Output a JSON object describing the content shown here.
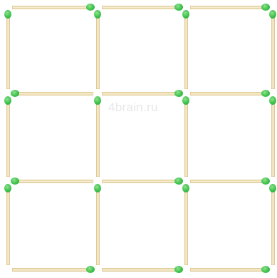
{
  "watermark": {
    "text": "4brain.ru"
  },
  "colors": {
    "head": "#3cc24a",
    "stick": "#f3e6c2",
    "background": "#ffffff"
  },
  "puzzle": {
    "grid": "3x3",
    "match_count": 24,
    "matches": [
      {
        "id": "h-r0-c0",
        "orientation": "horizontal",
        "head": "right"
      },
      {
        "id": "h-r0-c1",
        "orientation": "horizontal",
        "head": "right"
      },
      {
        "id": "h-r0-c2",
        "orientation": "horizontal",
        "head": "right"
      },
      {
        "id": "h-r1-c0",
        "orientation": "horizontal",
        "head": "left"
      },
      {
        "id": "h-r1-c1",
        "orientation": "horizontal",
        "head": "right"
      },
      {
        "id": "h-r1-c2",
        "orientation": "horizontal",
        "head": "right"
      },
      {
        "id": "h-r2-c0",
        "orientation": "horizontal",
        "head": "left"
      },
      {
        "id": "h-r2-c1",
        "orientation": "horizontal",
        "head": "right"
      },
      {
        "id": "h-r2-c2",
        "orientation": "horizontal",
        "head": "right"
      },
      {
        "id": "h-r3-c0",
        "orientation": "horizontal",
        "head": "right"
      },
      {
        "id": "h-r3-c1",
        "orientation": "horizontal",
        "head": "right"
      },
      {
        "id": "h-r3-c2",
        "orientation": "horizontal",
        "head": "right"
      },
      {
        "id": "v-r0-c0",
        "orientation": "vertical",
        "head": "top"
      },
      {
        "id": "v-r0-c1",
        "orientation": "vertical",
        "head": "top"
      },
      {
        "id": "v-r0-c2",
        "orientation": "vertical",
        "head": "top"
      },
      {
        "id": "v-r0-c3",
        "orientation": "vertical",
        "head": "top"
      },
      {
        "id": "v-r1-c0",
        "orientation": "vertical",
        "head": "top"
      },
      {
        "id": "v-r1-c1",
        "orientation": "vertical",
        "head": "top"
      },
      {
        "id": "v-r1-c2",
        "orientation": "vertical",
        "head": "top"
      },
      {
        "id": "v-r1-c3",
        "orientation": "vertical",
        "head": "top"
      },
      {
        "id": "v-r2-c0",
        "orientation": "vertical",
        "head": "top"
      },
      {
        "id": "v-r2-c1",
        "orientation": "vertical",
        "head": "top"
      },
      {
        "id": "v-r2-c2",
        "orientation": "vertical",
        "head": "top"
      },
      {
        "id": "v-r2-c3",
        "orientation": "vertical",
        "head": "top"
      }
    ]
  }
}
